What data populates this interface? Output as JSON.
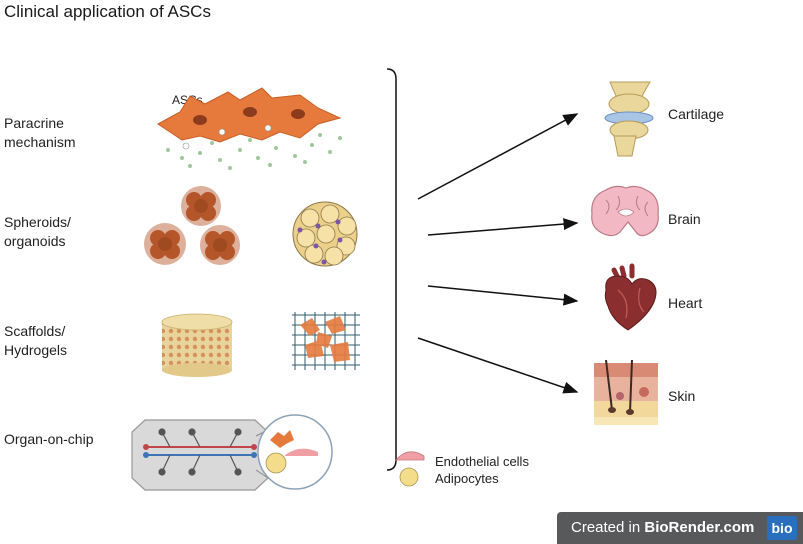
{
  "title": "Clinical application of ASCs",
  "categories": [
    {
      "line1": "Paracrine",
      "line2": "mechanism"
    },
    {
      "line1": "Spheroids/",
      "line2": "organoids"
    },
    {
      "line1": "Scaffolds/",
      "line2": "Hydrogels"
    },
    {
      "line1": "Organ-on-chip",
      "line2": ""
    }
  ],
  "asc_label": "ASCs",
  "organs": [
    "Cartilage",
    "Brain",
    "Heart",
    "Skin"
  ],
  "legend": {
    "endothelial": "Endothelial cells",
    "adipocytes": "Adipocytes"
  },
  "badge": {
    "prefix": "Created in ",
    "brand": "BioRender.com",
    "logo": "bio"
  },
  "colors": {
    "asc_orange": "#e67a3c",
    "spheroid_brown": "#b5562a",
    "adipocyte_yellow": "#f3dc8a",
    "endothelial_pink": "#f0a0a4",
    "heart_red": "#8b2e2f",
    "brain_pink": "#f2b9c4",
    "arrow": "#111111"
  }
}
